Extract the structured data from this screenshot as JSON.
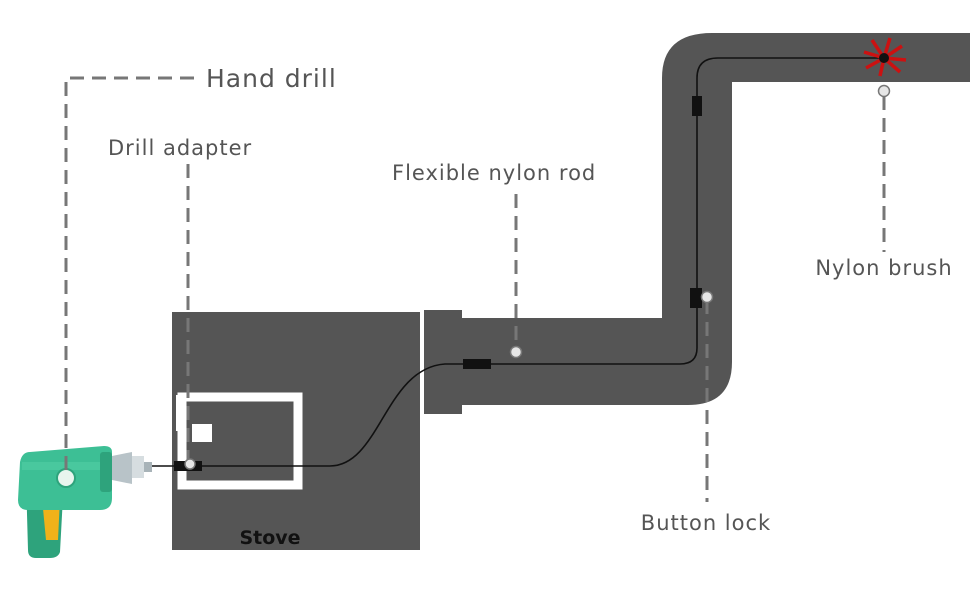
{
  "labels": {
    "hand_drill": "Hand drill",
    "drill_adapter": "Drill adapter",
    "flexible_nylon_rod": "Flexible nylon rod",
    "nylon_brush": "Nylon brush",
    "button_lock": "Button lock",
    "stove": "Stove"
  },
  "colors": {
    "pipe": "#555555",
    "drill_body": "#3dbf95",
    "drill_handle_accent": "#f0b21a",
    "brush": "#cc1111",
    "leader": "#777777",
    "label_text": "#555555"
  },
  "icons": [
    "hand-drill-icon",
    "nylon-brush-icon"
  ]
}
